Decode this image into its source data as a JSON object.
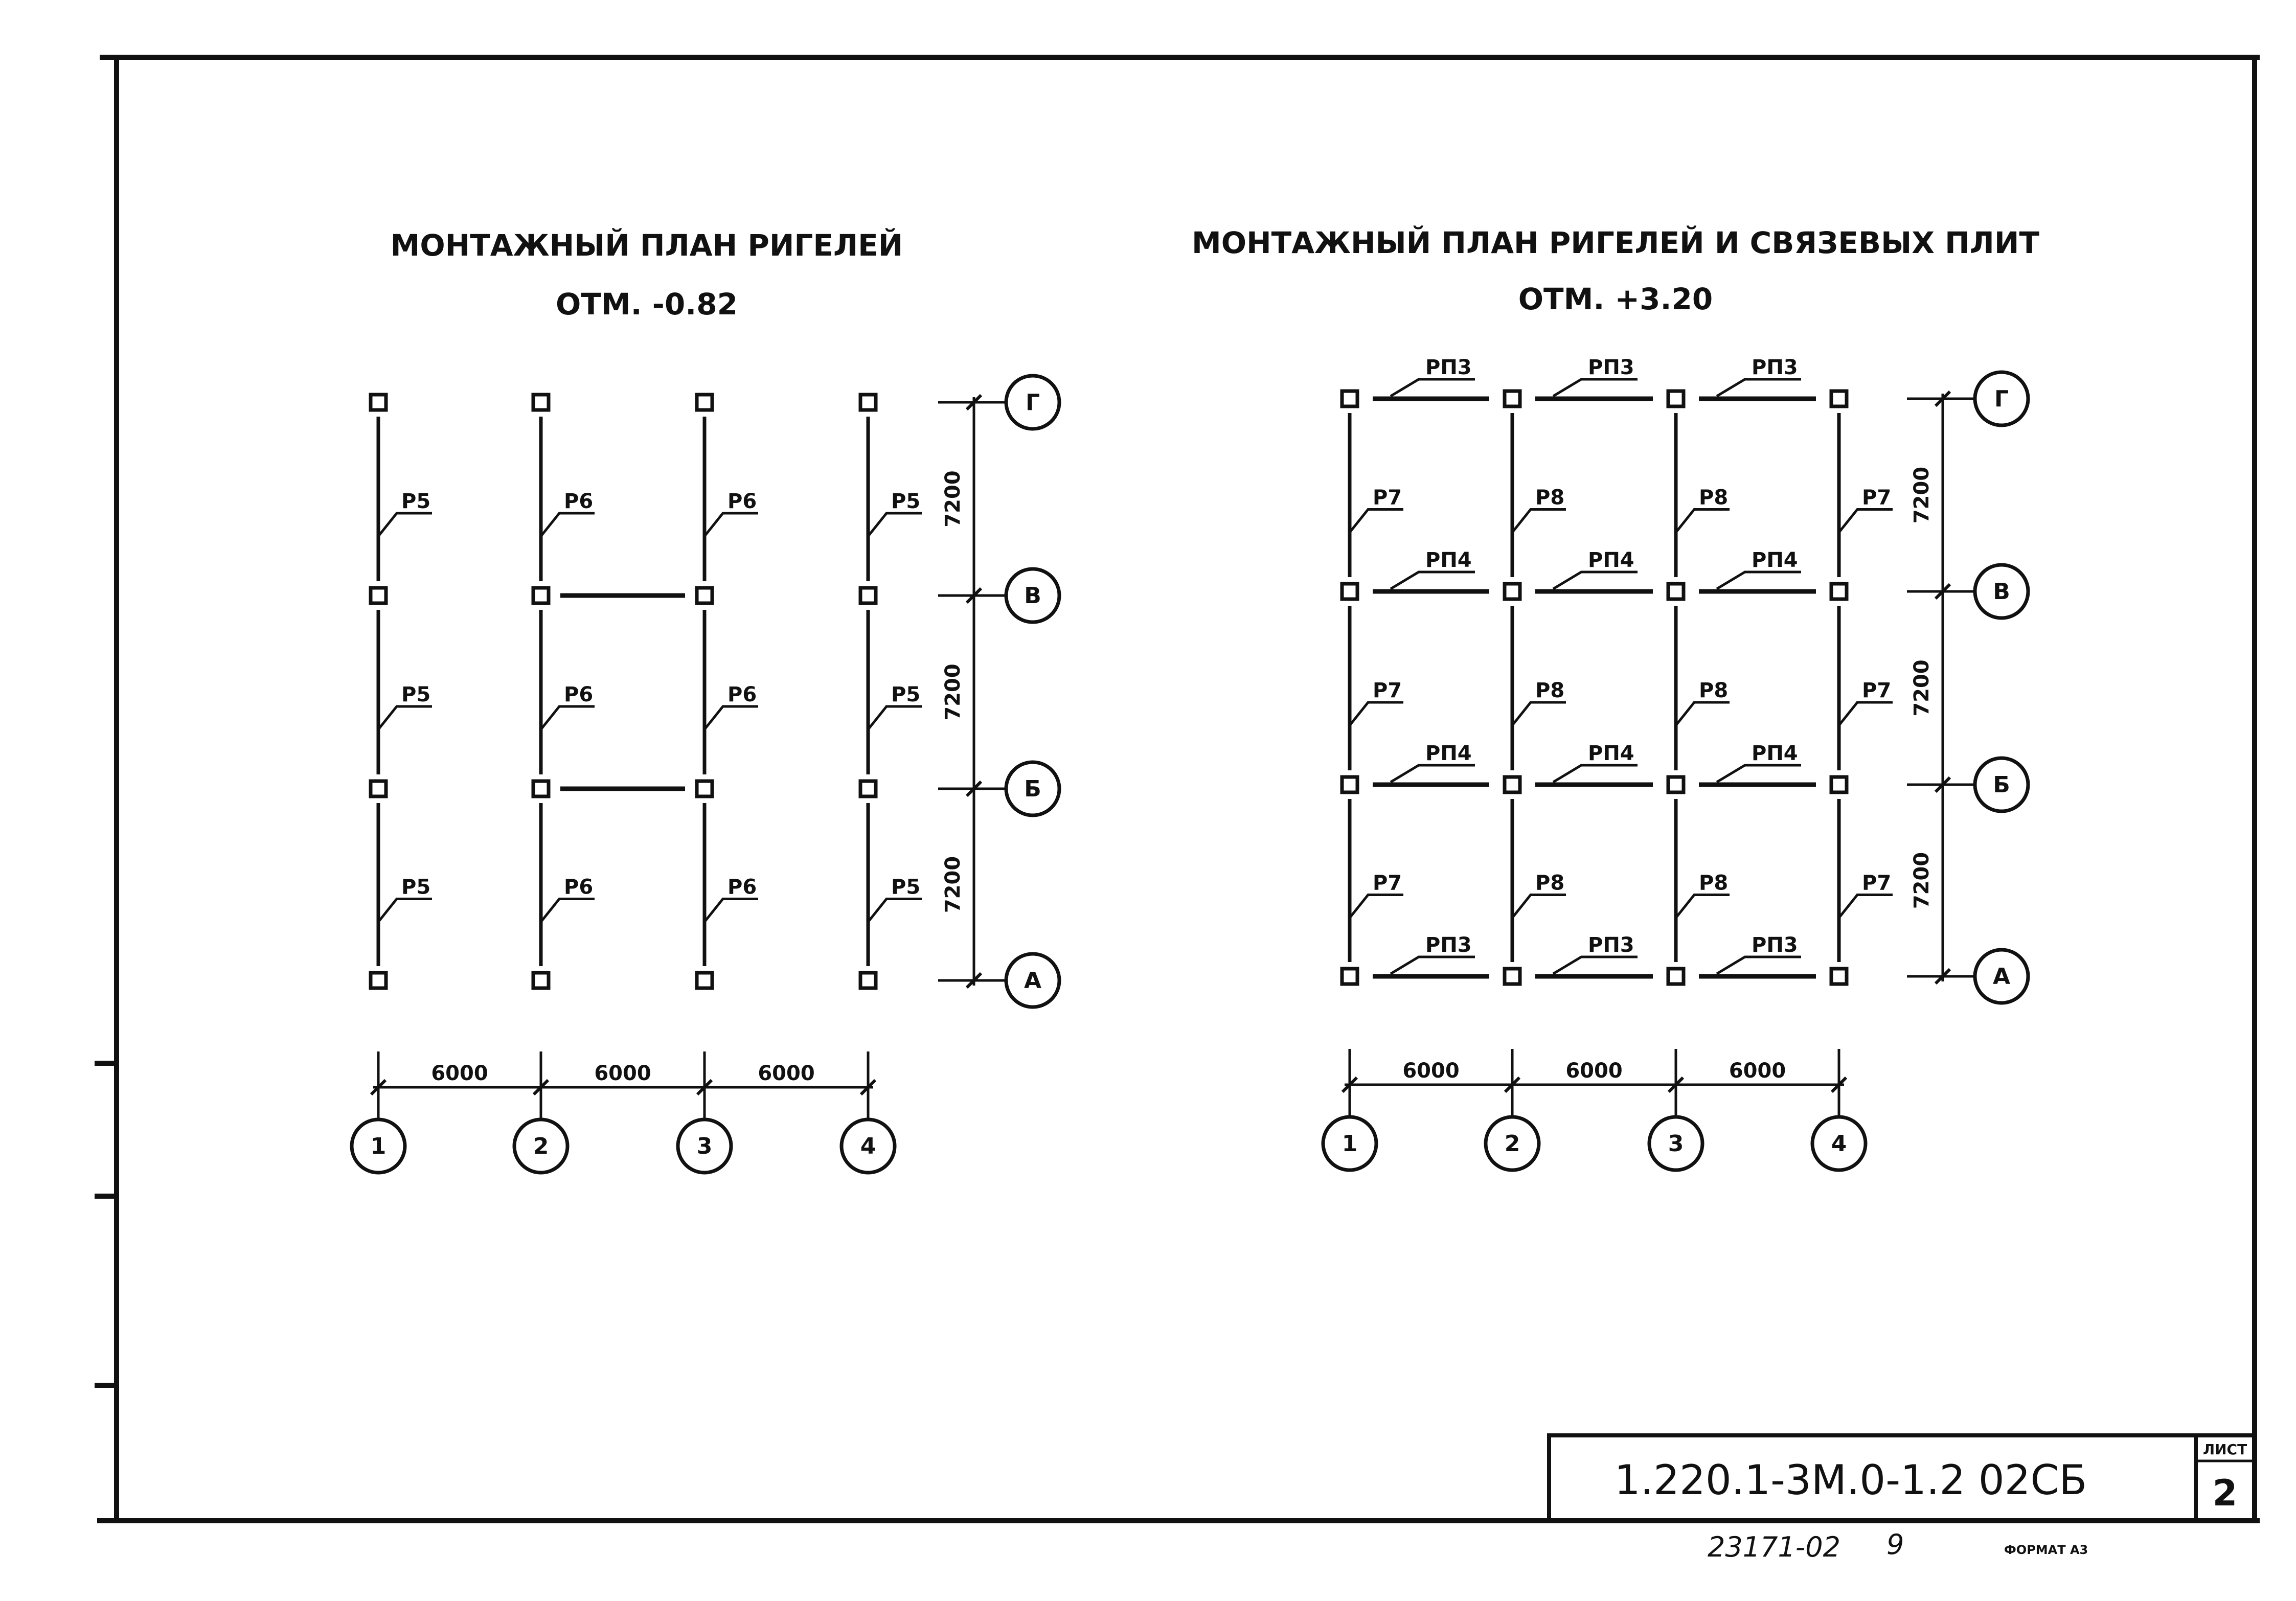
{
  "left_plan": {
    "title": "МОНТАЖНЫЙ ПЛАН РИГЕЛЕЙ",
    "elevation": "ОТМ. -0.82",
    "axes_columns": [
      "1",
      "2",
      "3",
      "4"
    ],
    "axes_rows": [
      "А",
      "Б",
      "В",
      "Г"
    ],
    "column_spacing": [
      "6000",
      "6000",
      "6000"
    ],
    "row_spacing": [
      "7200",
      "7200",
      "7200"
    ],
    "vertical_beams": [
      [
        "Р5",
        "Р6",
        "Р6",
        "Р5"
      ],
      [
        "Р5",
        "Р6",
        "Р6",
        "Р5"
      ],
      [
        "Р5",
        "Р6",
        "Р6",
        "Р5"
      ]
    ],
    "horizontal_beams_unlabeled": [
      "В: 2–3",
      "Б: 2–3"
    ]
  },
  "right_plan": {
    "title": "МОНТАЖНЫЙ ПЛАН РИГЕЛЕЙ И СВЯЗЕВЫХ ПЛИТ",
    "elevation": "ОТМ. +3.20",
    "axes_columns": [
      "1",
      "2",
      "3",
      "4"
    ],
    "axes_rows": [
      "А",
      "Б",
      "В",
      "Г"
    ],
    "column_spacing": [
      "6000",
      "6000",
      "6000"
    ],
    "row_spacing": [
      "7200",
      "7200",
      "7200"
    ],
    "vertical_beams": [
      [
        "Р7",
        "Р8",
        "Р8",
        "Р7"
      ],
      [
        "Р7",
        "Р8",
        "Р8",
        "Р7"
      ],
      [
        "Р7",
        "Р8",
        "Р8",
        "Р7"
      ]
    ],
    "slabs": {
      "row_Г": [
        "РП3",
        "РП3",
        "РП3"
      ],
      "row_В": [
        "РП4",
        "РП4",
        "РП4"
      ],
      "row_Б": [
        "РП4",
        "РП4",
        "РП4"
      ],
      "row_А": [
        "РП3",
        "РП3",
        "РП3"
      ]
    }
  },
  "title_block": {
    "code": "1.220.1-3М.0-1.2 02СБ",
    "sheet_label": "ЛИСТ",
    "sheet_number": "2"
  },
  "footer": {
    "inventory": "23171-02",
    "page": "9",
    "format": "ФОРМАТ А3"
  }
}
